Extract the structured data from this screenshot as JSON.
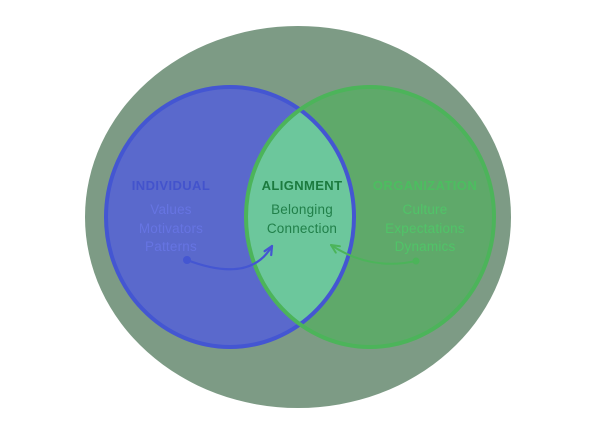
{
  "venn": {
    "left": {
      "title": "INDIVIDUAL",
      "items": [
        "Values",
        "Motivators",
        "Patterns"
      ]
    },
    "center": {
      "title": "ALIGNMENT",
      "items": [
        "Belonging",
        "Connection"
      ]
    },
    "right": {
      "title": "ORGANIZATION",
      "items": [
        "Culture",
        "Expectations",
        "Dynamics"
      ]
    }
  },
  "colors": {
    "background": "#ffffff",
    "outer_ellipse": "#7d9b85",
    "left_circle_fill": "#5a69cc",
    "left_circle_stroke": "#4456d2",
    "right_circle_fill": "#5fa96a",
    "right_circle_stroke": "#4cb45a",
    "overlap_fill": "#6cc79c",
    "left_title_text": "#4353cc",
    "left_item_text": "#6674e2",
    "center_title_text": "#1b7a3e",
    "center_item_text": "#21804a",
    "right_title_text": "#4cbe60",
    "right_item_text": "#50c468"
  }
}
